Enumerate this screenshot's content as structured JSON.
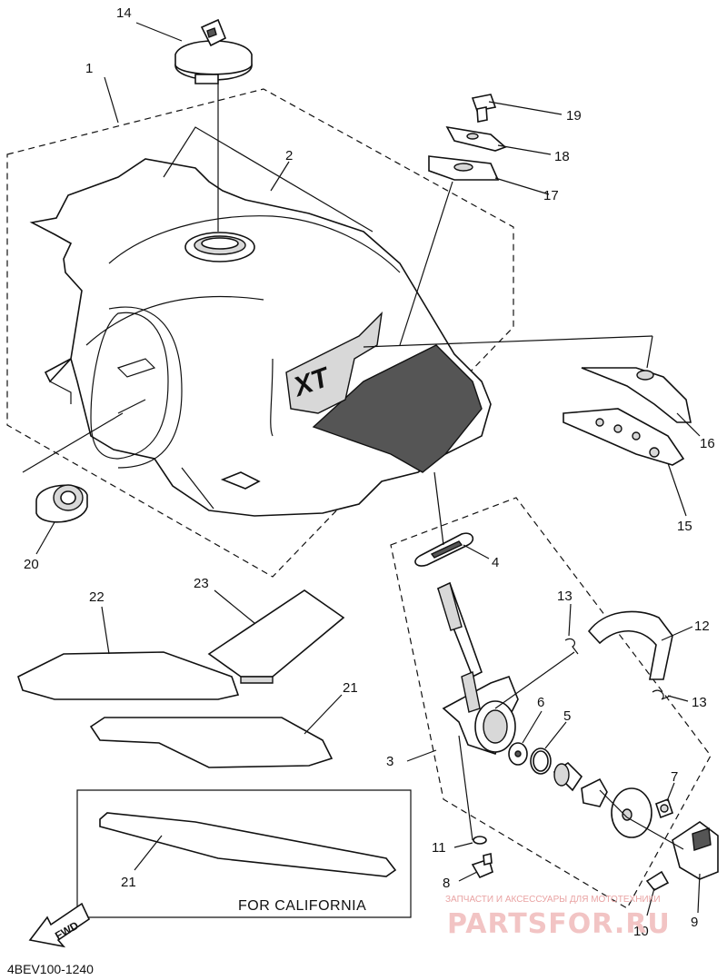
{
  "diagram": {
    "code": "4BEV100-1240",
    "note": "FOR CALIFORNIA",
    "fwd_label": "FWD",
    "emblem_text": "XT",
    "callouts": [
      "1",
      "2",
      "3",
      "4",
      "5",
      "6",
      "7",
      "8",
      "9",
      "10",
      "11",
      "12",
      "13",
      "13",
      "14",
      "15",
      "16",
      "17",
      "18",
      "19",
      "20",
      "21",
      "21",
      "22",
      "23"
    ]
  },
  "watermark": {
    "caption": "ЗАПЧАСТИ И АКСЕССУАРЫ ДЛЯ МОТОТЕХНИКИ",
    "brand": "PARTSFOR.RU",
    "color": "#e9a3a3"
  }
}
